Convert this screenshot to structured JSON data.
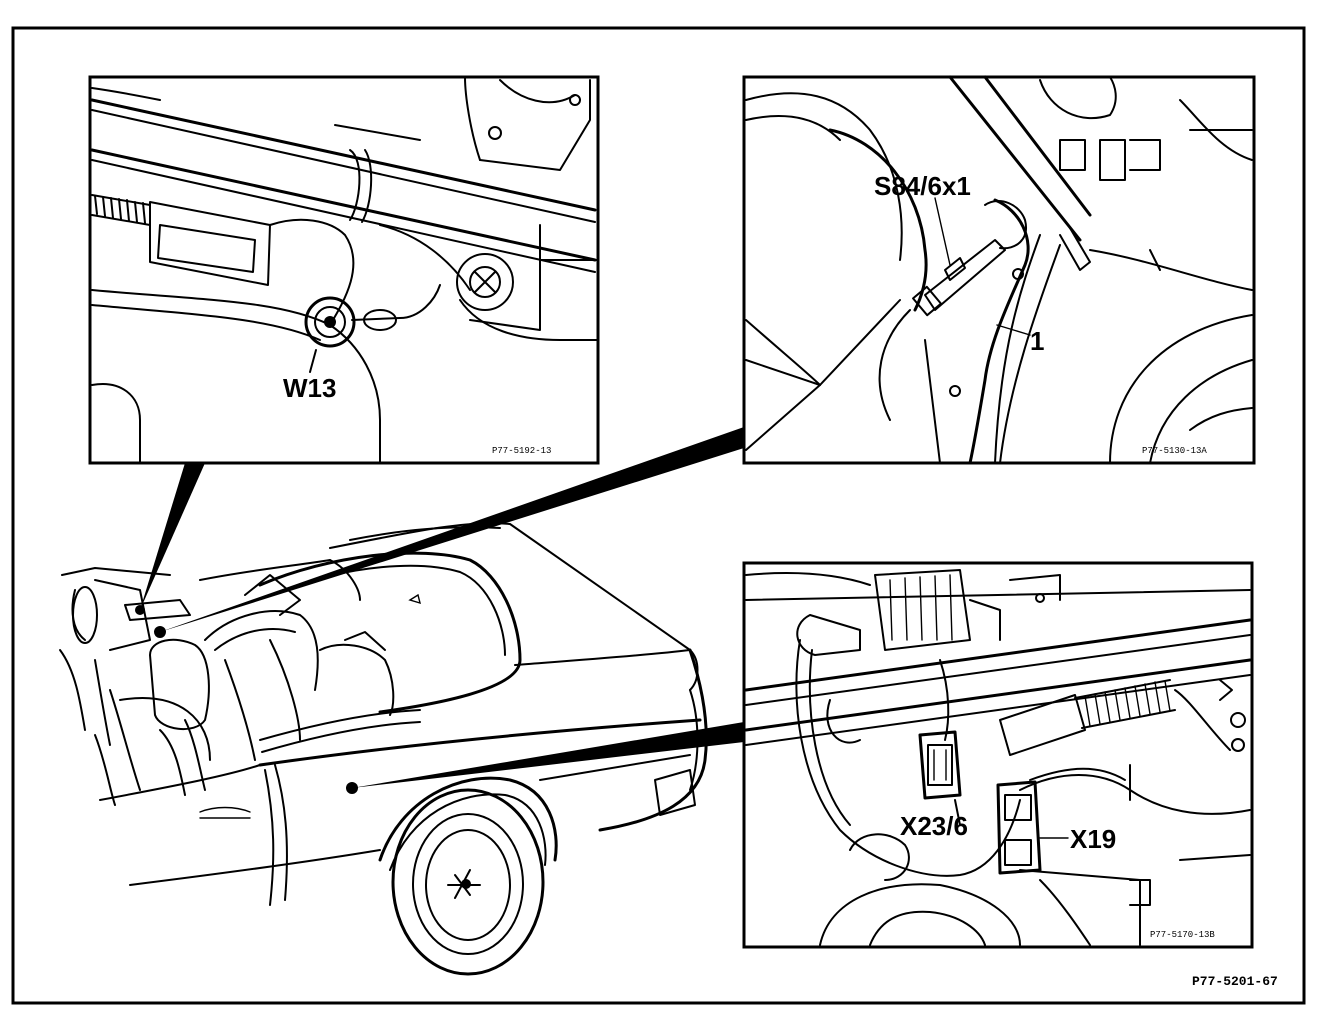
{
  "figure_ref": "P77-5201-67",
  "insets": {
    "top_left": {
      "callout": "W13",
      "ref": "P77-5192-13"
    },
    "top_right": {
      "callout_switch": "S84/6x1",
      "callout_item": "1",
      "ref": "P77-5130-13A"
    },
    "bottom_right": {
      "callout_connector_a": "X23/6",
      "callout_connector_b": "X19",
      "ref": "P77-5170-13B"
    }
  },
  "colors": {
    "ink": "#000000",
    "paper": "#ffffff"
  }
}
